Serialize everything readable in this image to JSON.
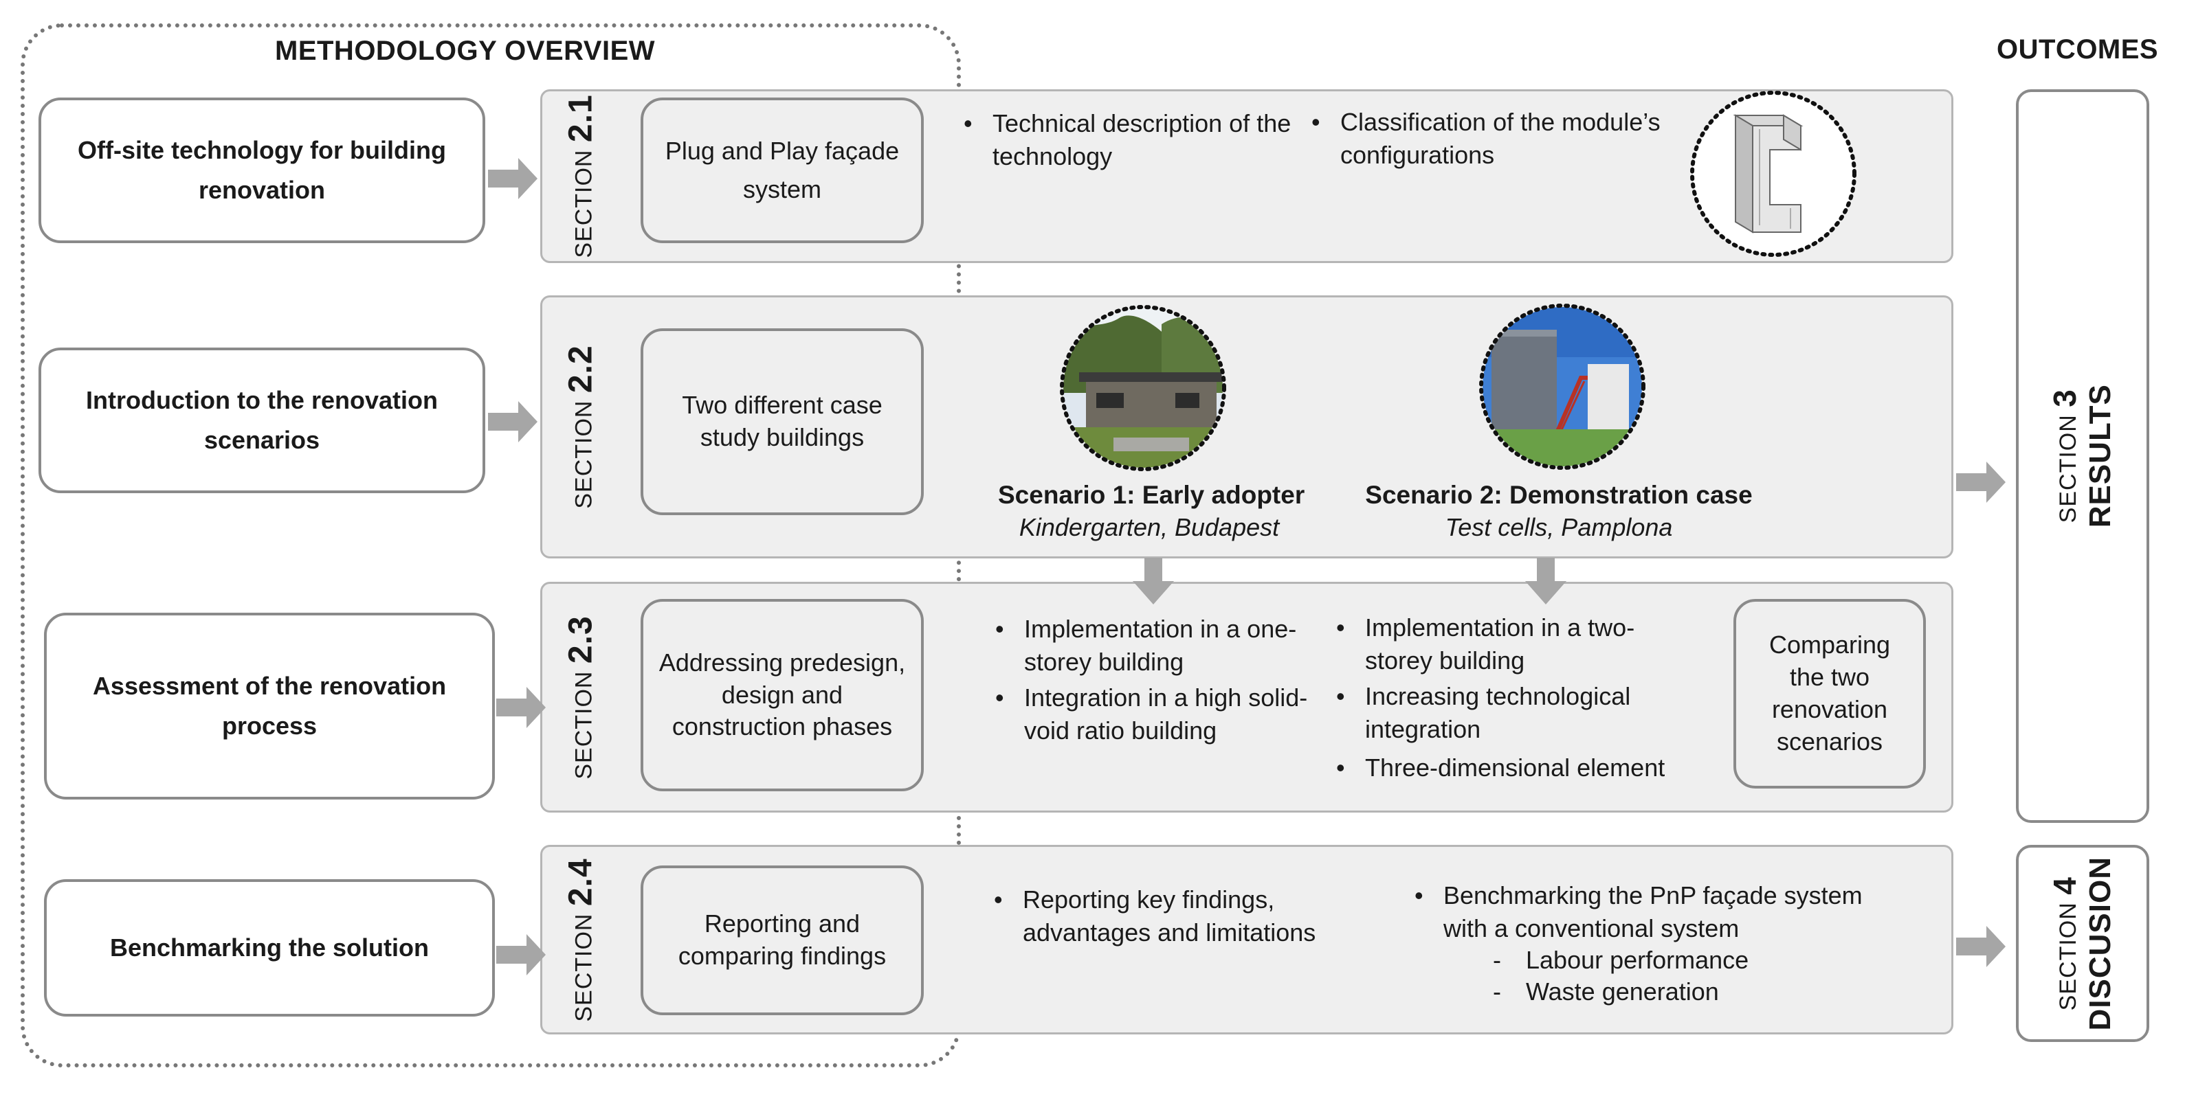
{
  "headings": {
    "methodology": "METHODOLOGY OVERVIEW",
    "outcomes": "OUTCOMES"
  },
  "left_steps": [
    "Off-site technology for building renovation",
    "Introduction to the renovation scenarios",
    "Assessment of the renovation process",
    "Benchmarking the solution"
  ],
  "section_prefix": "SECTION",
  "sections": [
    {
      "number": "2.1",
      "box": "Plug and Play façade system"
    },
    {
      "number": "2.2",
      "box": "Two different case study buildings"
    },
    {
      "number": "2.3",
      "box": "Addressing predesign, design and construction phases"
    },
    {
      "number": "2.4",
      "box": "Reporting and comparing findings"
    }
  ],
  "s21": {
    "bullet1": "Technical description of the technology",
    "bullet2": "Classification of the module’s configurations"
  },
  "s22": {
    "scenario1_title": "Scenario 1: Early adopter",
    "scenario1_sub": "Kindergarten, Budapest",
    "scenario2_title": "Scenario 2: Demonstration case",
    "scenario2_sub": "Test cells, Pamplona"
  },
  "s23": {
    "left_b1": "Implementation in a one-storey building",
    "left_b2": "Integration in a high solid-void ratio building",
    "right_b1": "Implementation in a two-storey building",
    "right_b2": "Increasing technological integration",
    "right_b3": "Three-dimensional element",
    "compare_box": "Comparing the two renovation scenarios"
  },
  "s24": {
    "left_b1": "Reporting key findings, advantages and limitations",
    "right_b1": "Benchmarking the PnP façade system with a conventional system",
    "dash1": "Labour performance",
    "dash2": "Waste generation"
  },
  "outcomes": [
    {
      "number": "3",
      "label": "RESULTS"
    },
    {
      "number": "4",
      "label": "DISCUSION"
    }
  ],
  "colors": {
    "panel_fill": "#efefef",
    "border_gray": "#8a8a8a",
    "arrow_gray": "#a6a6a6"
  }
}
